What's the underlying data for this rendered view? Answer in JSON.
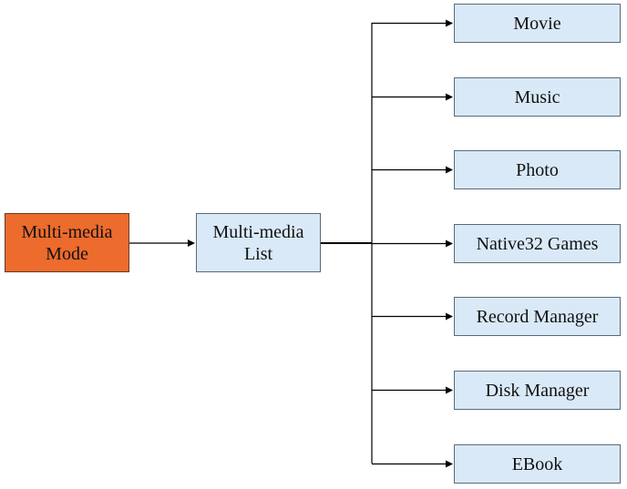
{
  "colors": {
    "root_fill": "#ec6b2d",
    "node_fill": "#d9e9f8",
    "line": "#000000"
  },
  "root": {
    "line1": "Multi-media",
    "line2": "Mode"
  },
  "list": {
    "line1": "Multi-media",
    "line2": "List"
  },
  "items": [
    {
      "label": "Movie"
    },
    {
      "label": "Music"
    },
    {
      "label": "Photo"
    },
    {
      "label": "Native32 Games"
    },
    {
      "label": "Record Manager"
    },
    {
      "label": "Disk Manager"
    },
    {
      "label": "EBook"
    }
  ]
}
